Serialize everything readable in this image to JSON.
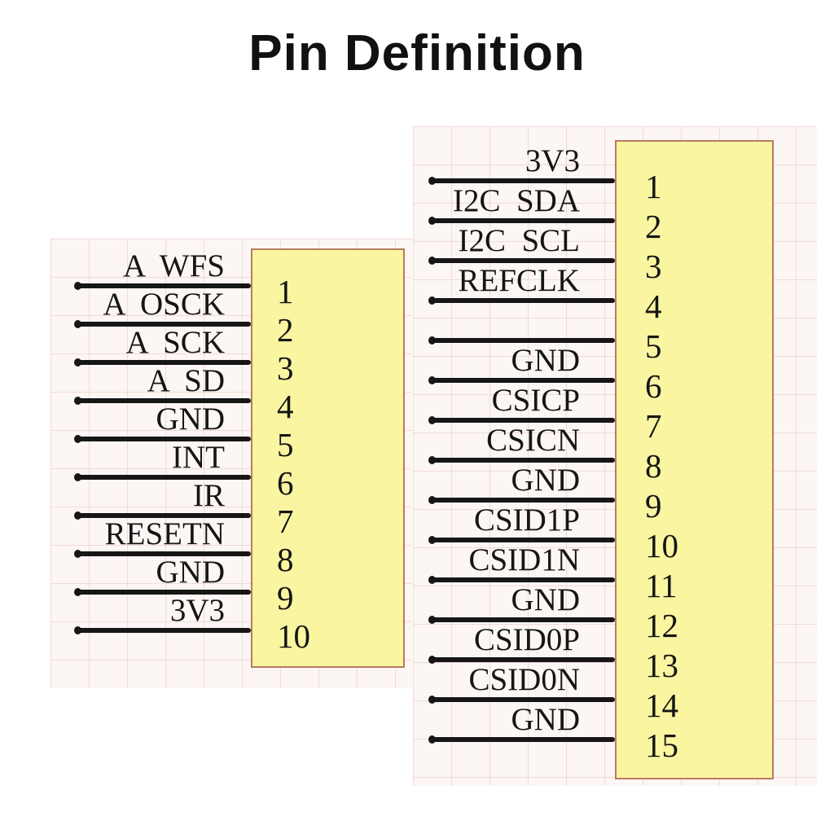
{
  "title": "Pin Definition",
  "colors": {
    "box_fill": "#f9f5a1",
    "box_border": "#b97b5f",
    "wire": "#161616",
    "grid_background": "#fcf6f4",
    "grid_line": "#deb2a8",
    "text": "#151515"
  },
  "connectors": {
    "left": {
      "name": "left-connector",
      "pins": [
        {
          "num": "1",
          "label": "A  WFS"
        },
        {
          "num": "2",
          "label": "A  OSCK"
        },
        {
          "num": "3",
          "label": "A  SCK"
        },
        {
          "num": "4",
          "label": "A  SD"
        },
        {
          "num": "5",
          "label": "GND"
        },
        {
          "num": "6",
          "label": "INT"
        },
        {
          "num": "7",
          "label": "IR"
        },
        {
          "num": "8",
          "label": "RESETN"
        },
        {
          "num": "9",
          "label": "GND"
        },
        {
          "num": "10",
          "label": "3V3"
        }
      ]
    },
    "right": {
      "name": "right-connector",
      "pins": [
        {
          "num": "1",
          "label": "3V3"
        },
        {
          "num": "2",
          "label": "I2C  SDA"
        },
        {
          "num": "3",
          "label": "I2C  SCL"
        },
        {
          "num": "4",
          "label": "REFCLK"
        },
        {
          "num": "5",
          "label": ""
        },
        {
          "num": "6",
          "label": "GND"
        },
        {
          "num": "7",
          "label": "CSICP"
        },
        {
          "num": "8",
          "label": "CSICN"
        },
        {
          "num": "9",
          "label": "GND"
        },
        {
          "num": "10",
          "label": "CSID1P"
        },
        {
          "num": "11",
          "label": "CSID1N"
        },
        {
          "num": "12",
          "label": "GND"
        },
        {
          "num": "13",
          "label": "CSID0P"
        },
        {
          "num": "14",
          "label": "CSID0N"
        },
        {
          "num": "15",
          "label": "GND"
        }
      ]
    }
  }
}
